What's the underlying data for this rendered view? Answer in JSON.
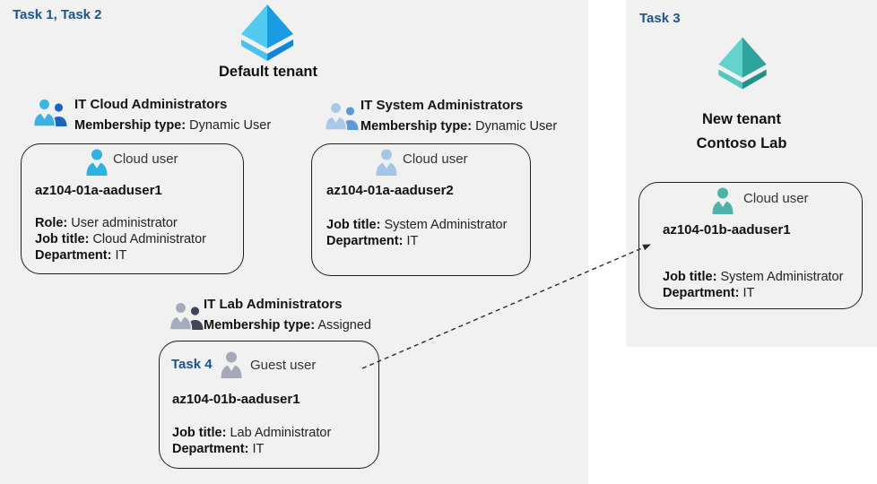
{
  "colors": {
    "canvas-bg": "#ffffff",
    "region-bg": "#f1f1f2",
    "task-blue": "#1d5390",
    "text": "#1f1f1f",
    "box-border": "#1f1f1f",
    "arrow": "#2a2a2a",
    "tenant-blue-light": "#53caf0",
    "tenant-blue-dark": "#1b9be4",
    "tenant-blue-base-light": "#49c3ee",
    "tenant-blue-base-dark": "#1287d8",
    "tenant-teal-light": "#62d2cb",
    "tenant-teal-dark": "#2fa49c",
    "tenant-teal-base-light": "#52c8c0",
    "tenant-teal-base-dark": "#22918a",
    "group1-front": "#3db3e5",
    "group1-back": "#1b66be",
    "group2-front": "#aac8e8",
    "group2-back": "#5b9ad2",
    "group3-front": "#a6abbc",
    "group3-back": "#404459",
    "user-cyan": "#2fb2e3",
    "user-lightblue": "#a5c6e8",
    "user-gray": "#a3a9b8",
    "user-teal": "#4fb2ab"
  },
  "left_region": {
    "task_label": "Task 1, Task 2",
    "tenant_label": "Default tenant",
    "groups": [
      {
        "name": "IT Cloud Administrators",
        "membership_label": "Membership type:",
        "membership_value": "Dynamic User"
      },
      {
        "name": "IT System Administrators",
        "membership_label": "Membership type:",
        "membership_value": "Dynamic User"
      },
      {
        "name": "IT Lab Administrators",
        "membership_label": "Membership type:",
        "membership_value": "Assigned"
      }
    ],
    "users": [
      {
        "type_label": "Cloud user",
        "name": "az104-01a-aaduser1",
        "fields": [
          {
            "label": "Role:",
            "value": "User administrator"
          },
          {
            "label": "Job title:",
            "value": "Cloud Administrator"
          },
          {
            "label": "Department:",
            "value": "IT"
          }
        ]
      },
      {
        "type_label": "Cloud user",
        "name": "az104-01a-aaduser2",
        "fields": [
          {
            "label": "Job title:",
            "value": "System Administrator"
          },
          {
            "label": "Department:",
            "value": "IT"
          }
        ]
      },
      {
        "task_label": "Task 4",
        "type_label": "Guest user",
        "name": "az104-01b-aaduser1",
        "fields": [
          {
            "label": "Job title:",
            "value": "Lab Administrator"
          },
          {
            "label": "Department:",
            "value": "IT"
          }
        ]
      }
    ]
  },
  "right_panel": {
    "task_label": "Task 3",
    "tenant_label_line1": "New tenant",
    "tenant_label_line2": "Contoso Lab",
    "user": {
      "type_label": "Cloud user",
      "name": "az104-01b-aaduser1",
      "fields": [
        {
          "label": "Job title:",
          "value": "System Administrator"
        },
        {
          "label": "Department:",
          "value": "IT"
        }
      ]
    }
  }
}
